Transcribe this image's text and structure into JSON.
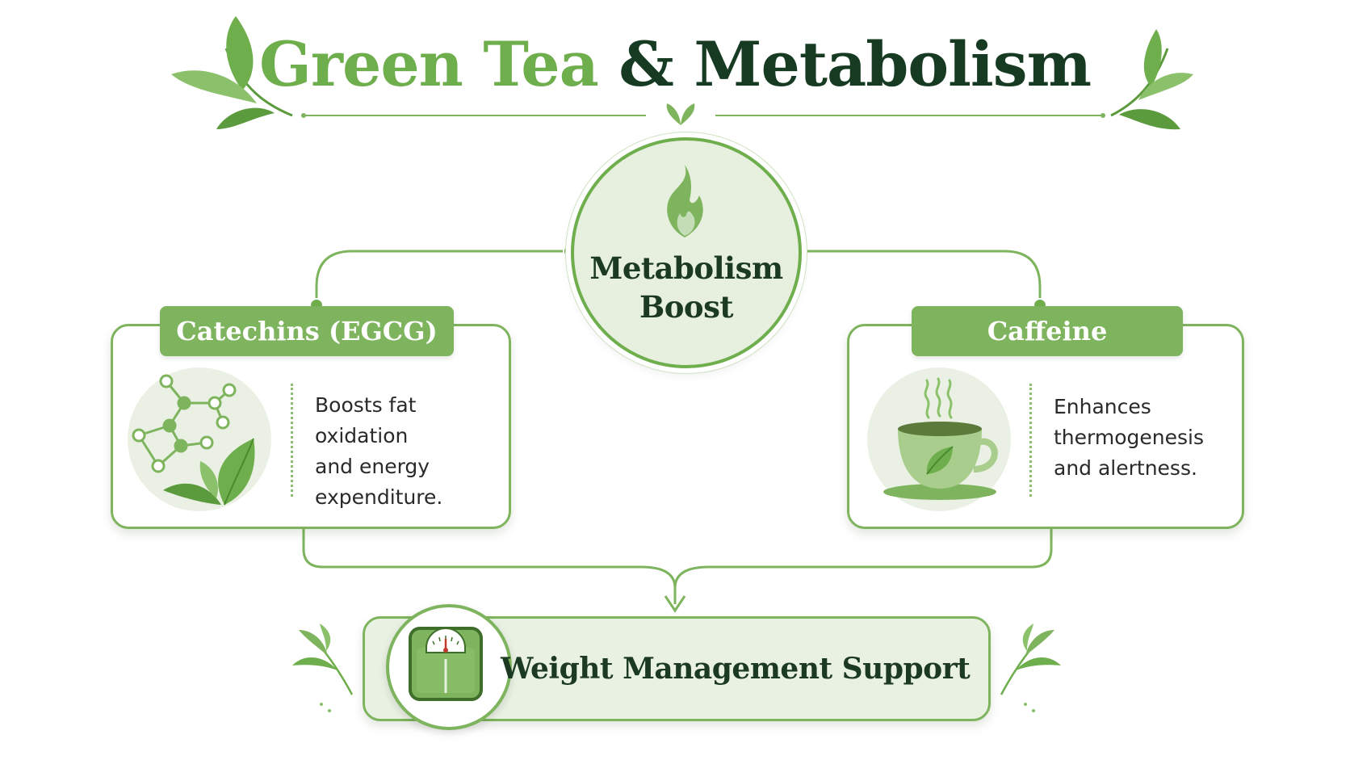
{
  "title": {
    "part1": "Green Tea",
    "part2": "& Metabolism"
  },
  "center": {
    "line1": "Metabolism",
    "line2": "Boost",
    "icon": "flame-icon"
  },
  "left_card": {
    "title": "Catechins (EGCG)",
    "description": "Boosts fat oxidation\nand energy\nexpenditure.",
    "icon": "molecule-leaf-icon"
  },
  "right_card": {
    "title": "Caffeine",
    "description": "Enhances\nthermogenesis\nand alertness.",
    "icon": "tea-cup-icon"
  },
  "outcome": {
    "label": "Weight Management Support",
    "icon": "weighing-scale-icon"
  },
  "colors": {
    "accent": "#6fae4d",
    "accent_light": "#7eb45d",
    "dark_green": "#173b22",
    "soft_fill": "#e9f1e3"
  }
}
